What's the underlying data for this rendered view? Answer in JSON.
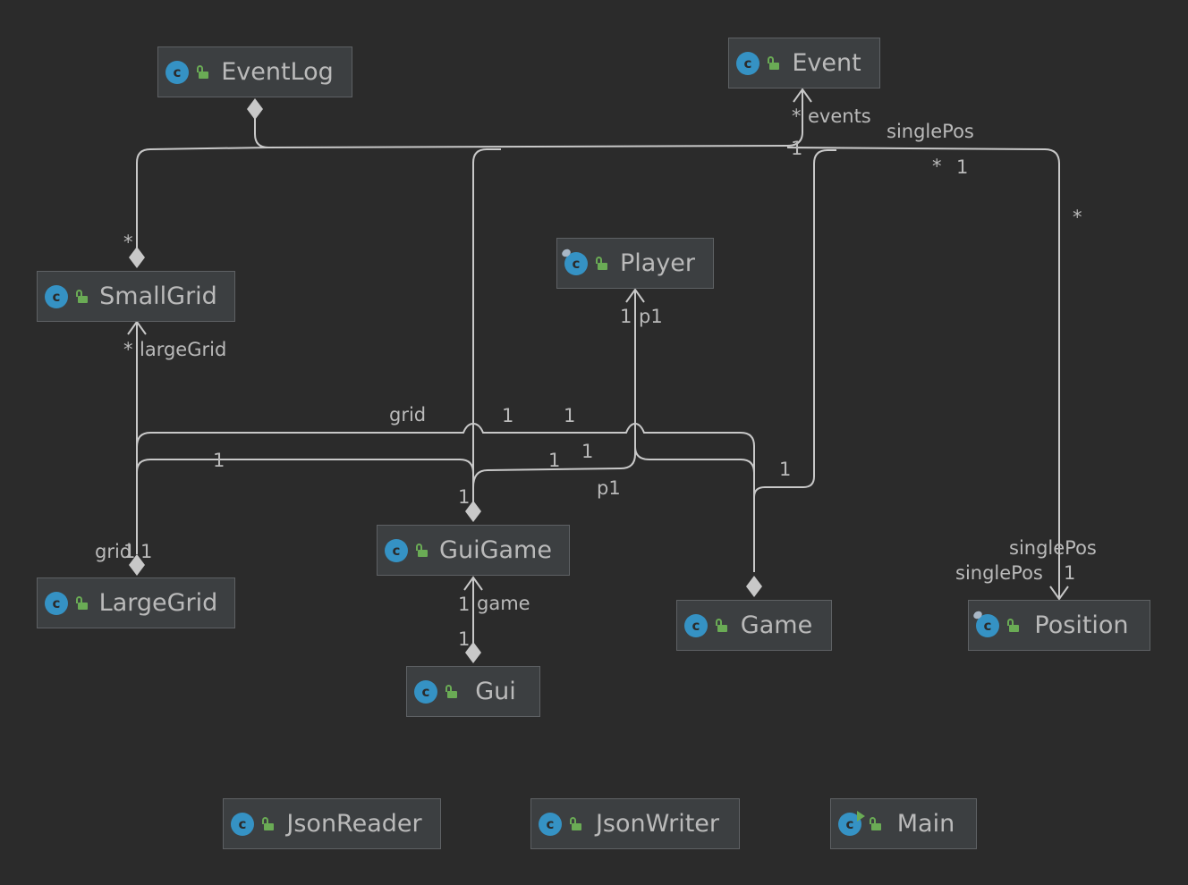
{
  "colors": {
    "background": "#2b2b2b",
    "node_fill": "#3c3f41",
    "node_border": "#5e6164",
    "edge": "#c8c8c8",
    "class_icon": "#3592c4",
    "visibility_icon": "#6aab55",
    "text": "#bababa"
  },
  "classes": {
    "eventlog": {
      "name": "EventLog",
      "icon": "class-icon",
      "visibility_icon": "public-lock-icon"
    },
    "event": {
      "name": "Event",
      "icon": "class-icon",
      "visibility_icon": "public-lock-icon"
    },
    "player": {
      "name": "Player",
      "icon": "final-class-icon",
      "visibility_icon": "public-lock-icon"
    },
    "smallgrid": {
      "name": "SmallGrid",
      "icon": "class-icon",
      "visibility_icon": "public-lock-icon"
    },
    "largegrid": {
      "name": "LargeGrid",
      "icon": "class-icon",
      "visibility_icon": "public-lock-icon"
    },
    "guigame": {
      "name": "GuiGame",
      "icon": "class-icon",
      "visibility_icon": "public-lock-icon"
    },
    "game": {
      "name": "Game",
      "icon": "class-icon",
      "visibility_icon": "public-lock-icon"
    },
    "position": {
      "name": "Position",
      "icon": "final-class-icon",
      "visibility_icon": "public-lock-icon"
    },
    "gui": {
      "name": "Gui",
      "icon": "class-icon",
      "visibility_icon": "public-lock-icon"
    },
    "jsonreader": {
      "name": "JsonReader",
      "icon": "class-icon",
      "visibility_icon": "public-lock-icon"
    },
    "jsonwriter": {
      "name": "JsonWriter",
      "icon": "class-icon",
      "visibility_icon": "public-lock-icon"
    },
    "main": {
      "name": "Main",
      "icon": "runnable-class-icon",
      "visibility_icon": "public-lock-icon"
    }
  },
  "labels": {
    "events_mult": "*",
    "events_role": "events",
    "eventlog_one": "1",
    "singlepos_top_role": "singlePos",
    "singlepos_top_star": "*",
    "singlepos_top_one": "1",
    "position_star": "*",
    "smallgrid_star": "*",
    "largegrid_star": "*",
    "largegrid_role": "largeGrid",
    "player_one": "1",
    "player_role": "p1",
    "grid_role_top": "grid",
    "grid_one_a": "1",
    "grid_one_b": "1",
    "mid_one_left": "1",
    "mid_one_a": "1",
    "mid_one_b": "1",
    "game_one": "1",
    "p1_bottom_role": "p1",
    "guigame_one": "1",
    "grid_role_bottom": "grid",
    "largegrid_one_a": "1",
    "largegrid_one_b": "1",
    "game_role": "game",
    "game_role_one": "1",
    "gui_one": "1",
    "singlepos_role_a": "singlePos",
    "singlepos_role_b": "singlePos",
    "singlepos_one": "1"
  }
}
